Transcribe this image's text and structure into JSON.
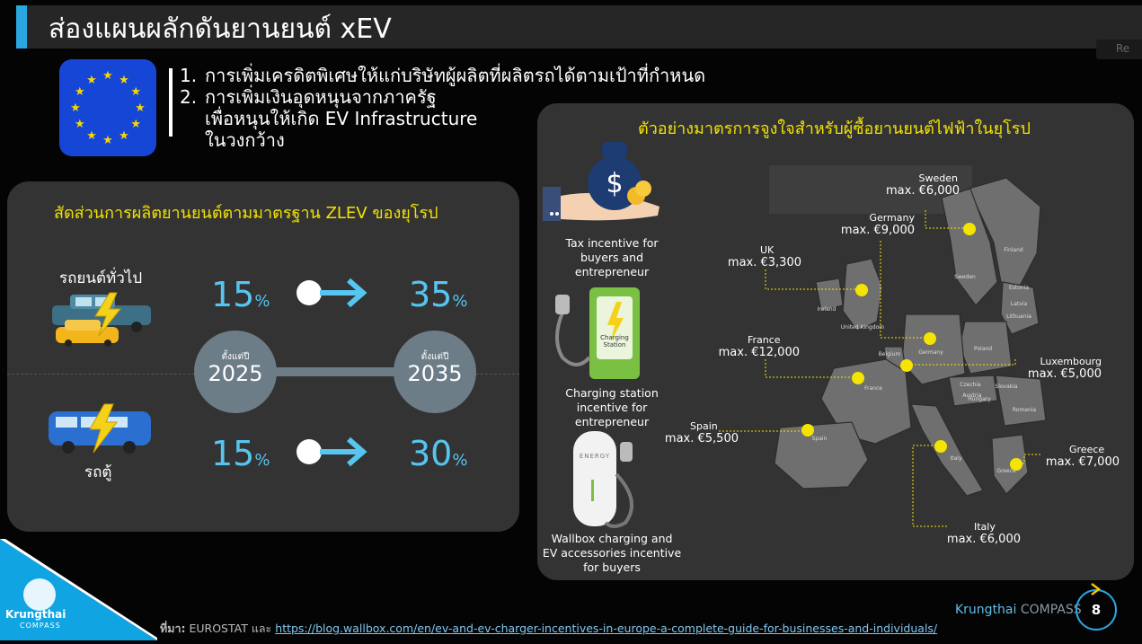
{
  "header": {
    "title": "ส่องแผนผลักดันยานยนต์ xEV",
    "corner_label": "Re"
  },
  "policies": [
    {
      "num": "1.",
      "text": "การเพิ่มเครดิตพิเศษให้แก่บริษัทผู้ผลิตที่ผลิตรถได้ตามเป้าที่กำหนด"
    },
    {
      "num": "2.",
      "text": "การเพิ่มเงินอุดหนุนจากภาครัฐ"
    },
    {
      "num": "",
      "text": "เพื่อหนุนให้เกิด EV Infrastructure"
    },
    {
      "num": "",
      "text": "ในวงกว้าง"
    }
  ],
  "left_panel": {
    "title": "สัดส่วนการผลิตยานยนต์ตามมาตรฐาน ZLEV ของยุโรป",
    "vehicles": [
      {
        "label": "รถยนต์ทั่วไป",
        "from_value": "15",
        "to_value": "35",
        "unit": "%"
      },
      {
        "label": "รถตู้",
        "from_value": "15",
        "to_value": "30",
        "unit": "%"
      }
    ],
    "years": [
      {
        "since": "ตั้งแต่ปี",
        "year": "2025"
      },
      {
        "since": "ตั้งแต่ปี",
        "year": "2035"
      }
    ]
  },
  "right_panel": {
    "title": "ตัวอย่างมาตรการจูงใจสำหรับผู้ซื้อยานยนต์ไฟฟ้าในยุโรป",
    "incentives": [
      {
        "label_lines": [
          "Tax incentive for",
          "buyers and",
          "entrepreneur"
        ]
      },
      {
        "label_lines": [
          "Charging station",
          "incentive for",
          "entrepreneur"
        ],
        "icon_text": "Charging Station"
      },
      {
        "label_lines": [
          "Wallbox charging and",
          "EV accessories incentive",
          "for buyers"
        ],
        "icon_text": "ENERGY"
      }
    ],
    "countries": [
      {
        "name": "Sweden",
        "amount": "max. €6,000"
      },
      {
        "name": "Germany",
        "amount": "max. €9,000"
      },
      {
        "name": "UK",
        "amount": "max. €3,300"
      },
      {
        "name": "France",
        "amount": "max. €12,000"
      },
      {
        "name": "Luxembourg",
        "amount": "max. €5,000"
      },
      {
        "name": "Spain",
        "amount": "max. €5,500"
      },
      {
        "name": "Greece",
        "amount": "max. €7,000"
      },
      {
        "name": "Italy",
        "amount": "max. €6,000"
      }
    ],
    "map_labels": [
      "Finland",
      "Sweden",
      "Estonia",
      "Latvia",
      "Lithuania",
      "Ireland",
      "United Kingdom",
      "Poland",
      "Germany",
      "Belgium",
      "France",
      "Czechia",
      "Slovakia",
      "Austria",
      "Hungary",
      "Romania",
      "Spain",
      "Italy",
      "Greece"
    ]
  },
  "footer": {
    "source_label": "ที่มา:",
    "source_text": "EUROSTAT และ",
    "source_url": "https://blog.wallbox.com/en/ev-and-ev-charger-incentives-in-europe-a-complete-guide-for-businesses-and-individuals/",
    "brand_name": "Krungthai",
    "brand_suffix": "COMPASS",
    "page_number": "8",
    "logo_name": "Krungthai",
    "logo_sub": "COMPASS"
  },
  "colors": {
    "accent": "#2aa6e0",
    "highlight": "#f2e300",
    "percent": "#56c5f0",
    "panel": "#333333",
    "flag": "#1646d6"
  }
}
